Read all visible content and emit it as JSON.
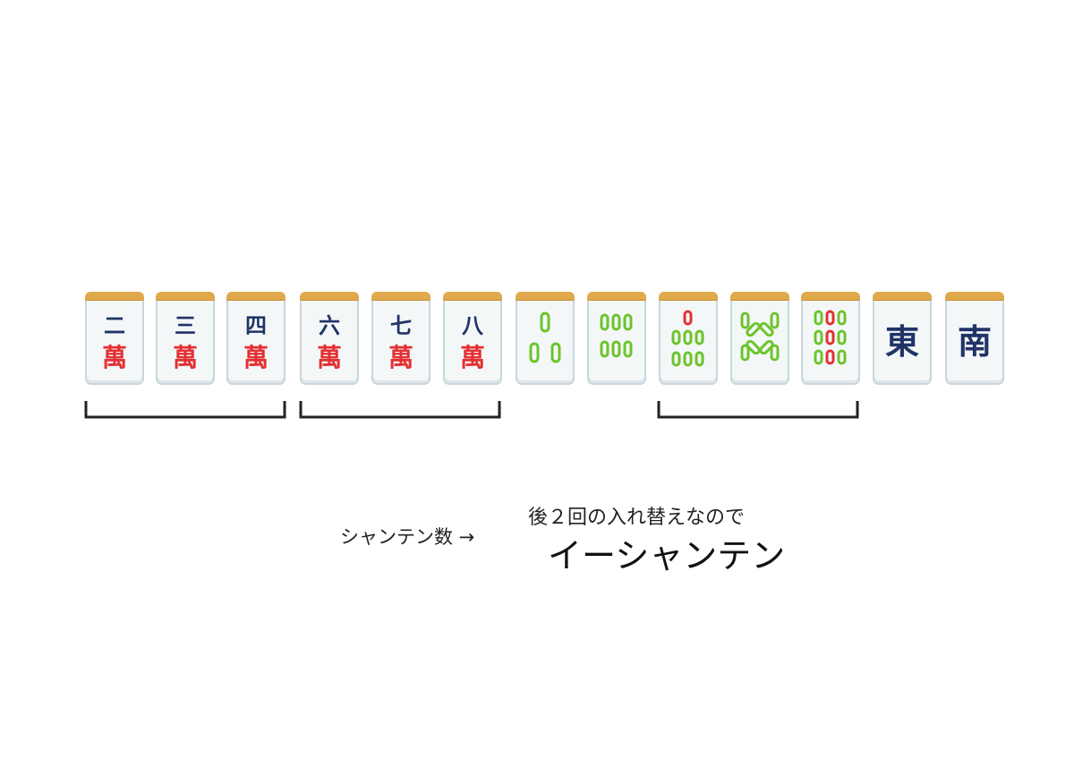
{
  "tiles": {
    "man": [
      {
        "num": "二",
        "suit": "萬"
      },
      {
        "num": "三",
        "suit": "萬"
      },
      {
        "num": "四",
        "suit": "萬"
      },
      {
        "num": "六",
        "suit": "萬"
      },
      {
        "num": "七",
        "suit": "萬"
      },
      {
        "num": "八",
        "suit": "萬"
      }
    ],
    "sou": [
      3,
      6,
      7,
      8,
      9
    ],
    "honors": [
      "東",
      "南"
    ]
  },
  "colors": {
    "man_number": "#1f3366",
    "man_suit": "#e33033",
    "sou_green": "#6cc42a",
    "sou_red": "#e33033",
    "tile_top": "#e0a94b",
    "honor": "#1f3366"
  },
  "labels": {
    "shanten": "シャンテン数 →",
    "note": "後２回の入れ替えなので",
    "result": "イーシャンテン"
  }
}
